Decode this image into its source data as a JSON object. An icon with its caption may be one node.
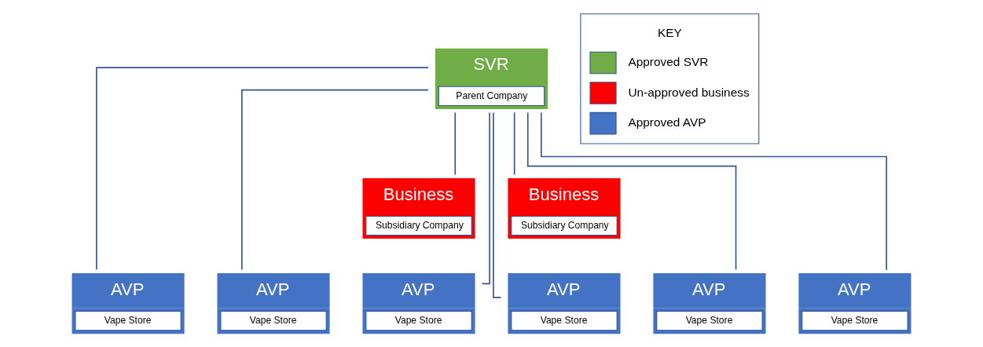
{
  "diagram": {
    "nodes": [
      {
        "text": [
          "SVR",
          "Parent Company"
        ]
      },
      {
        "text": [
          "Business",
          "Subsidiary Company"
        ]
      },
      {
        "text": [
          "Business",
          "Subsidiary Company"
        ]
      },
      {
        "text": [
          "AVP",
          "Vape Store"
        ]
      },
      {
        "text": [
          "AVP",
          "Vape Store"
        ]
      },
      {
        "text": [
          "AVP",
          "Vape Store"
        ]
      },
      {
        "text": [
          "AVP",
          "Vape Store"
        ]
      },
      {
        "text": [
          "AVP",
          "Vape Store"
        ]
      },
      {
        "text": [
          "AVP",
          "Vape Store"
        ]
      }
    ],
    "edges": [
      {
        "from": 0,
        "to": 1,
        "arrow": "none"
      },
      {
        "from": 0,
        "to": 2,
        "arrow": "none"
      },
      {
        "from": 0,
        "to": 3,
        "arrow": "none"
      },
      {
        "from": 0,
        "to": 4,
        "arrow": "none"
      },
      {
        "from": 0,
        "to": 5,
        "arrow": "none"
      },
      {
        "from": 0,
        "to": 6,
        "arrow": "none"
      },
      {
        "from": 0,
        "to": 7,
        "arrow": "none"
      },
      {
        "from": 0,
        "to": 8,
        "arrow": "none"
      }
    ],
    "labels": [
      "KEY"
    ],
    "legend": [
      {
        "text": "Approved SVR",
        "color": "#70ad47"
      },
      {
        "text": "Un-approved business",
        "color": "#ff0000"
      },
      {
        "text": "Approved AVP",
        "color": "#4472c4"
      }
    ]
  }
}
